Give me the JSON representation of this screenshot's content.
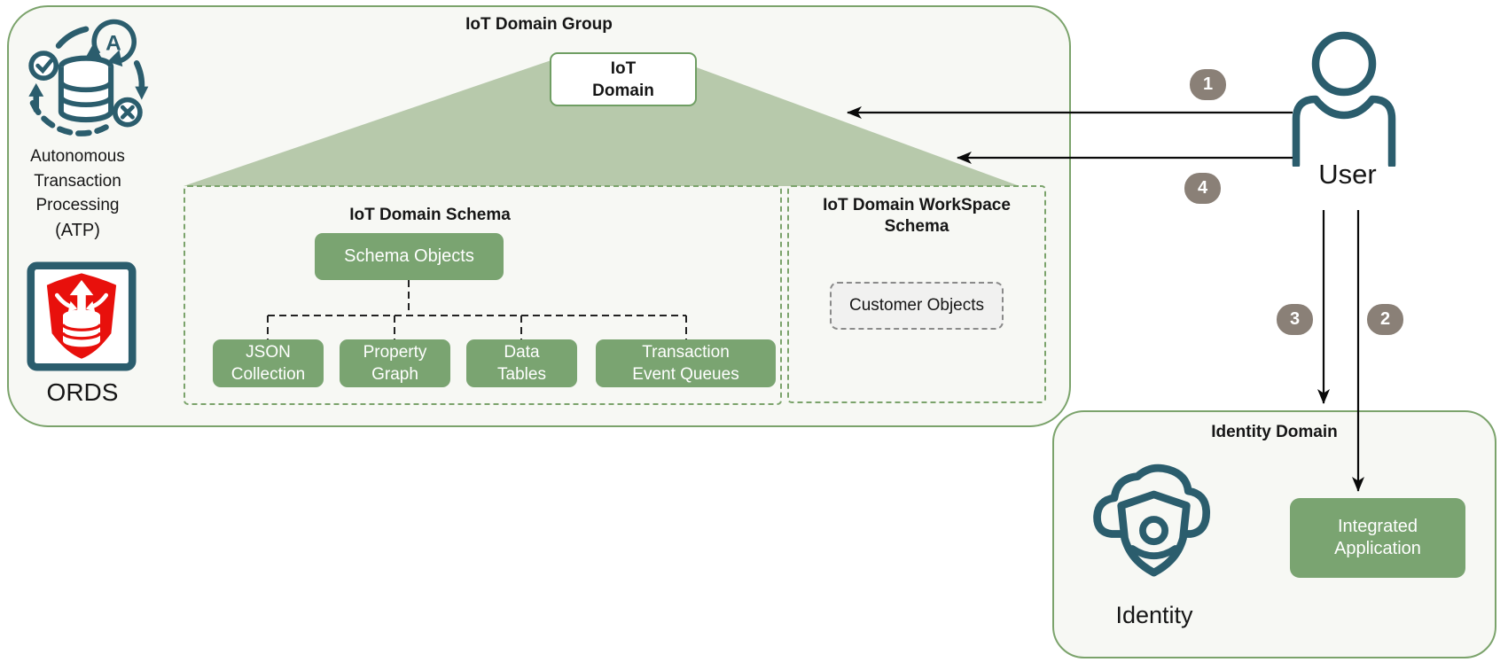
{
  "iot_domain_group": {
    "title": "IoT Domain Group",
    "atp": {
      "name_line1": "Autonomous",
      "name_line2": "Transaction",
      "name_line3": "Processing",
      "abbrev": "(ATP)"
    },
    "ords_label": "ORDS",
    "iot_domain_box": {
      "line1": "IoT",
      "line2": "Domain"
    },
    "schema": {
      "title": "IoT Domain Schema",
      "root_label": "Schema Objects",
      "children": [
        {
          "line1": "JSON",
          "line2": "Collection"
        },
        {
          "line1": "Property",
          "line2": "Graph"
        },
        {
          "line1": "Data",
          "line2": "Tables"
        },
        {
          "line1": "Transaction",
          "line2": "Event Queues"
        }
      ]
    },
    "workspace": {
      "title_line1": "IoT Domain WorkSpace",
      "title_line2": "Schema",
      "customer_objects_label": "Customer Objects"
    }
  },
  "actor": {
    "label": "User"
  },
  "identity_domain": {
    "title": "Identity Domain",
    "identity_label": "Identity",
    "integrated_app": {
      "line1": "Integrated",
      "line2": "Application"
    }
  },
  "flow_steps": {
    "step1": "1",
    "step2": "2",
    "step3": "3",
    "step4": "4"
  },
  "colors": {
    "accent_green": "#7aa471",
    "triangle_green": "#b7c9ab",
    "border_green": "#7ba36b",
    "teal_icon": "#2b5d6d",
    "ords_red": "#e8100c",
    "badge_gray": "#8a8077",
    "panel_bg": "#f7f8f4"
  }
}
